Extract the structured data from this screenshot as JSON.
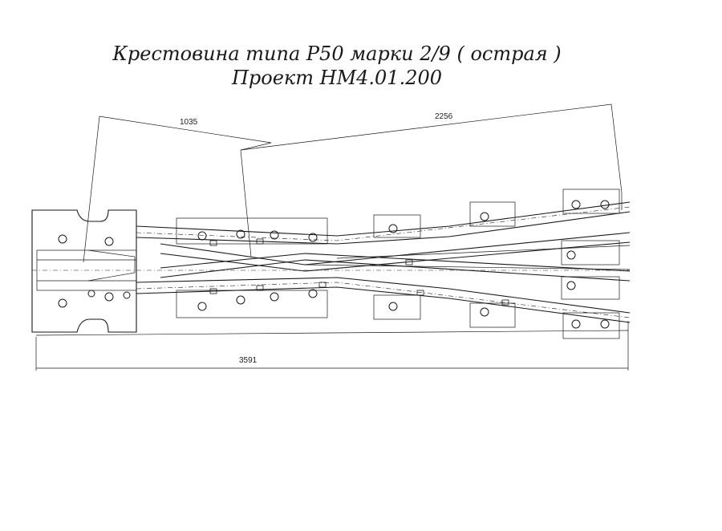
{
  "title": {
    "line1": "Крестовина типа Р50 марки 2/9 ( острая )",
    "line2": "Проект НМ4.01.200"
  },
  "dimensions": {
    "d1035": "1035",
    "d2256": "2256",
    "d3591": "3591"
  }
}
